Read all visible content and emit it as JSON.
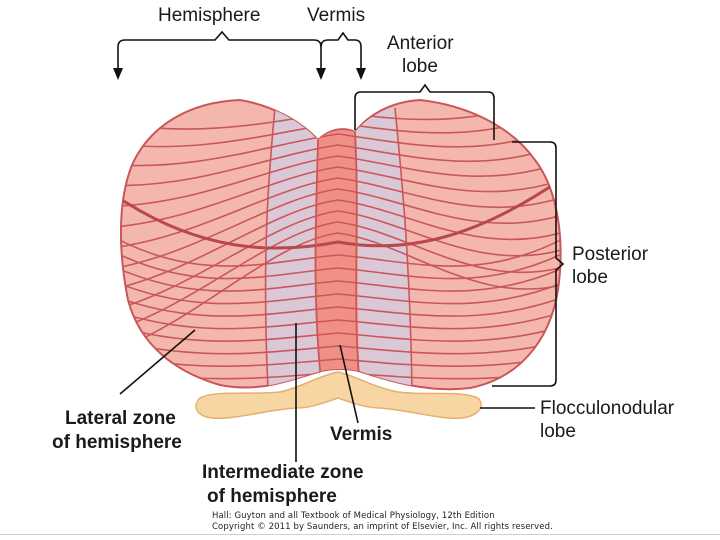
{
  "labels": {
    "hemisphere_top": "Hemisphere",
    "vermis_top": "Vermis",
    "anterior_line1": "Anterior",
    "anterior_line2": "lobe",
    "posterior_line1": "Posterior",
    "posterior_line2": "lobe",
    "flocculo_line1": "Flocculonodular",
    "flocculo_line2": "lobe",
    "lateral_line1": "Lateral zone",
    "lateral_line2": "of hemisphere",
    "vermis_bottom": "Vermis",
    "intermediate_line1": "Intermediate zone",
    "intermediate_line2": "of hemisphere"
  },
  "credit": {
    "line1": "Hall: Guyton and  all Textbook of Medical Physiology, 12th Edition",
    "line2": "Copyright © 2011 by Saunders, an imprint of Elsevier, Inc. All rights reserved."
  },
  "colors": {
    "lobe_fill": "#f4b7ae",
    "lobe_stroke": "#c9575a",
    "vermis_fill": "#f08f86",
    "intermediate_fill": "#d9c8d8",
    "flocculus_fill": "#f8d6a4",
    "flocculus_stroke": "#e3b06f",
    "line": "#111111"
  }
}
